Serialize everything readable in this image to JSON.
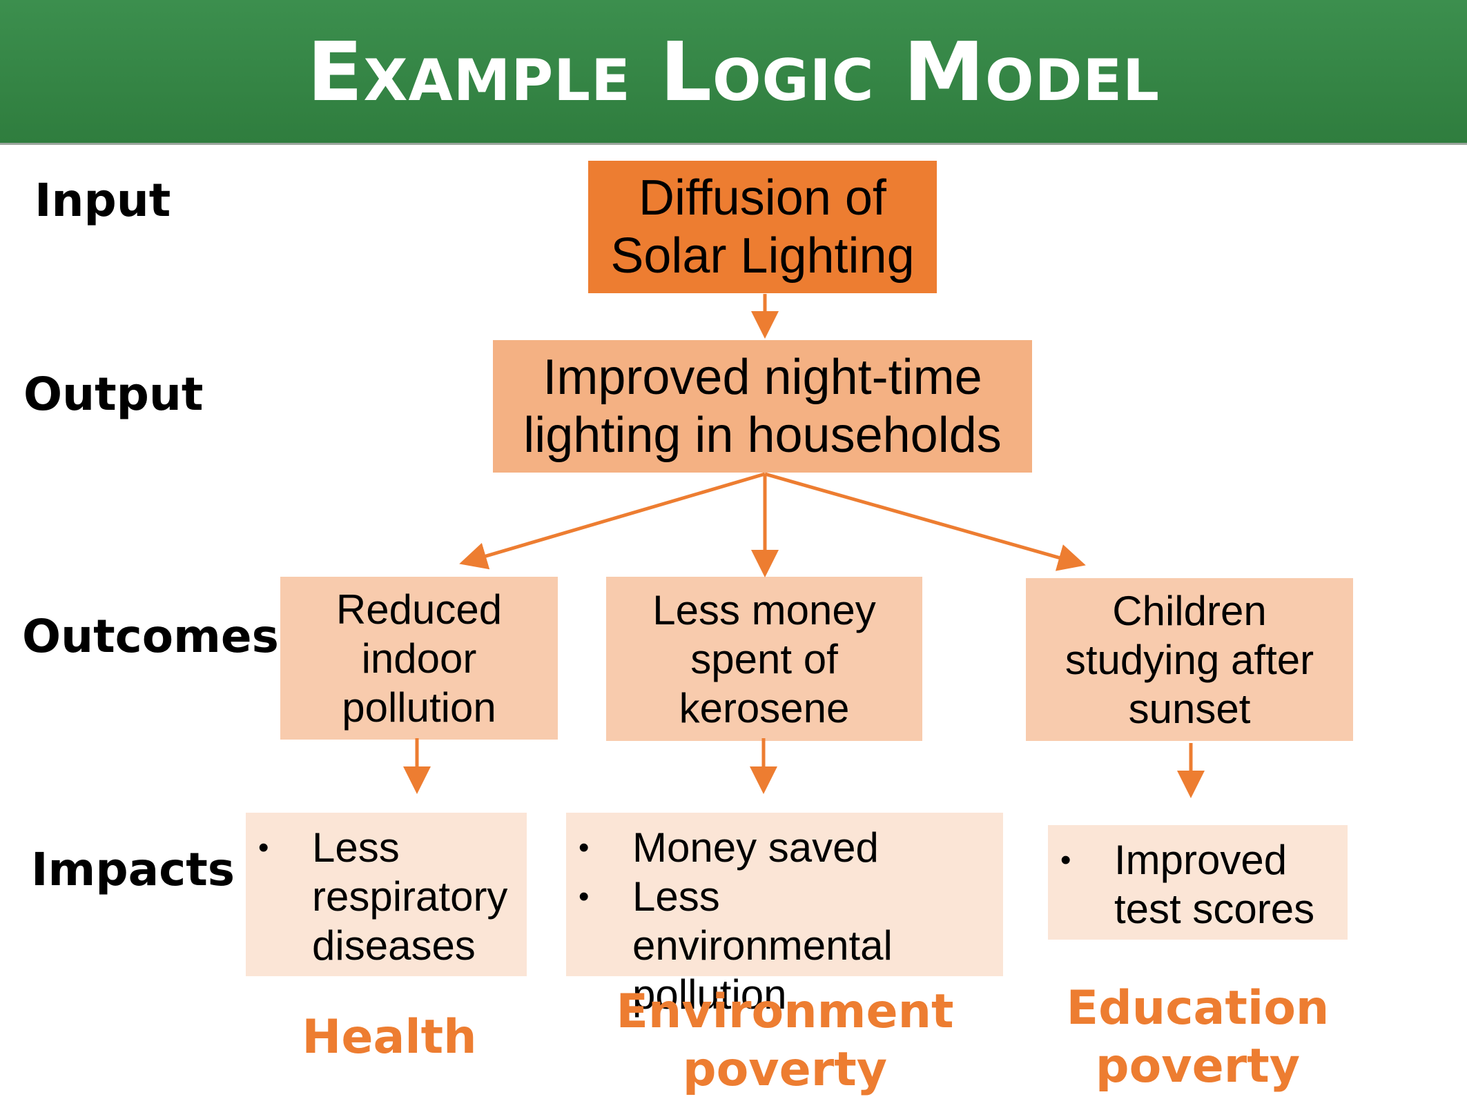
{
  "header": {
    "title": "Example Logic Model"
  },
  "row_labels": {
    "input": "Input",
    "output": "Output",
    "outcomes": "Outcomes",
    "impacts": "Impacts"
  },
  "input_box": {
    "line1": "Diffusion of",
    "line2": "Solar Lighting"
  },
  "output_box": {
    "line1": "Improved night-time",
    "line2": "lighting in households"
  },
  "outcomes": [
    {
      "lines": [
        "Reduced",
        "indoor",
        "pollution"
      ]
    },
    {
      "lines": [
        "Less money",
        "spent of",
        "kerosene"
      ]
    },
    {
      "lines": [
        "Children",
        "studying after",
        "sunset"
      ]
    }
  ],
  "impacts": [
    {
      "items": [
        "Less respiratory diseases"
      ]
    },
    {
      "items": [
        "Money saved",
        "Less environmental pollution"
      ]
    },
    {
      "items": [
        "Improved test scores"
      ]
    }
  ],
  "categories": [
    {
      "line1": "Health",
      "line2": ""
    },
    {
      "line1": "Environment",
      "line2": "poverty"
    },
    {
      "line1": "Education",
      "line2": "poverty"
    }
  ],
  "colors": {
    "header_green": "#2f7d3e",
    "input_orange": "#ed7d31",
    "output_peach": "#f4b183",
    "outcome_peach": "#f8cbad",
    "impact_cream": "#fbe5d6",
    "arrow_orange": "#ed7d31"
  }
}
